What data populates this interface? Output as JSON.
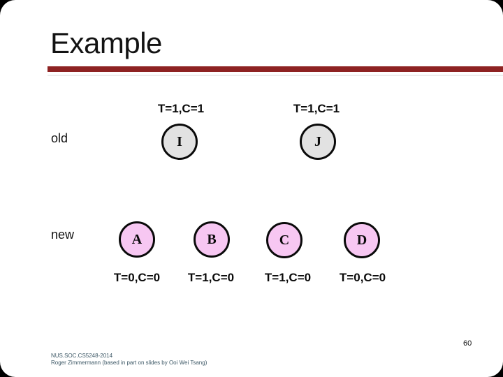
{
  "slide": {
    "title": "Example",
    "page_number": "60",
    "footer": {
      "line1": "NUS.SOC.CS5248-2014",
      "line2": "Roger Zimmermann (based in part on slides by Ooi Wei Tsang)"
    }
  },
  "diagram": {
    "row_old": {
      "label": "old",
      "nodes": [
        {
          "letter": "I",
          "label_above": "T=1,C=1"
        },
        {
          "letter": "J",
          "label_above": "T=1,C=1"
        }
      ]
    },
    "row_new": {
      "label": "new",
      "nodes": [
        {
          "letter": "A",
          "label_below": "T=0,C=0"
        },
        {
          "letter": "B",
          "label_below": "T=1,C=0"
        },
        {
          "letter": "C",
          "label_below": "T=1,C=0"
        },
        {
          "letter": "D",
          "label_below": "T=0,C=0"
        }
      ]
    },
    "colors": {
      "accent_line": "#8e2222",
      "old_node_fill": "#e2e2e2",
      "new_node_fill": "#f7c7f2",
      "footer_text": "#3d5866"
    }
  }
}
